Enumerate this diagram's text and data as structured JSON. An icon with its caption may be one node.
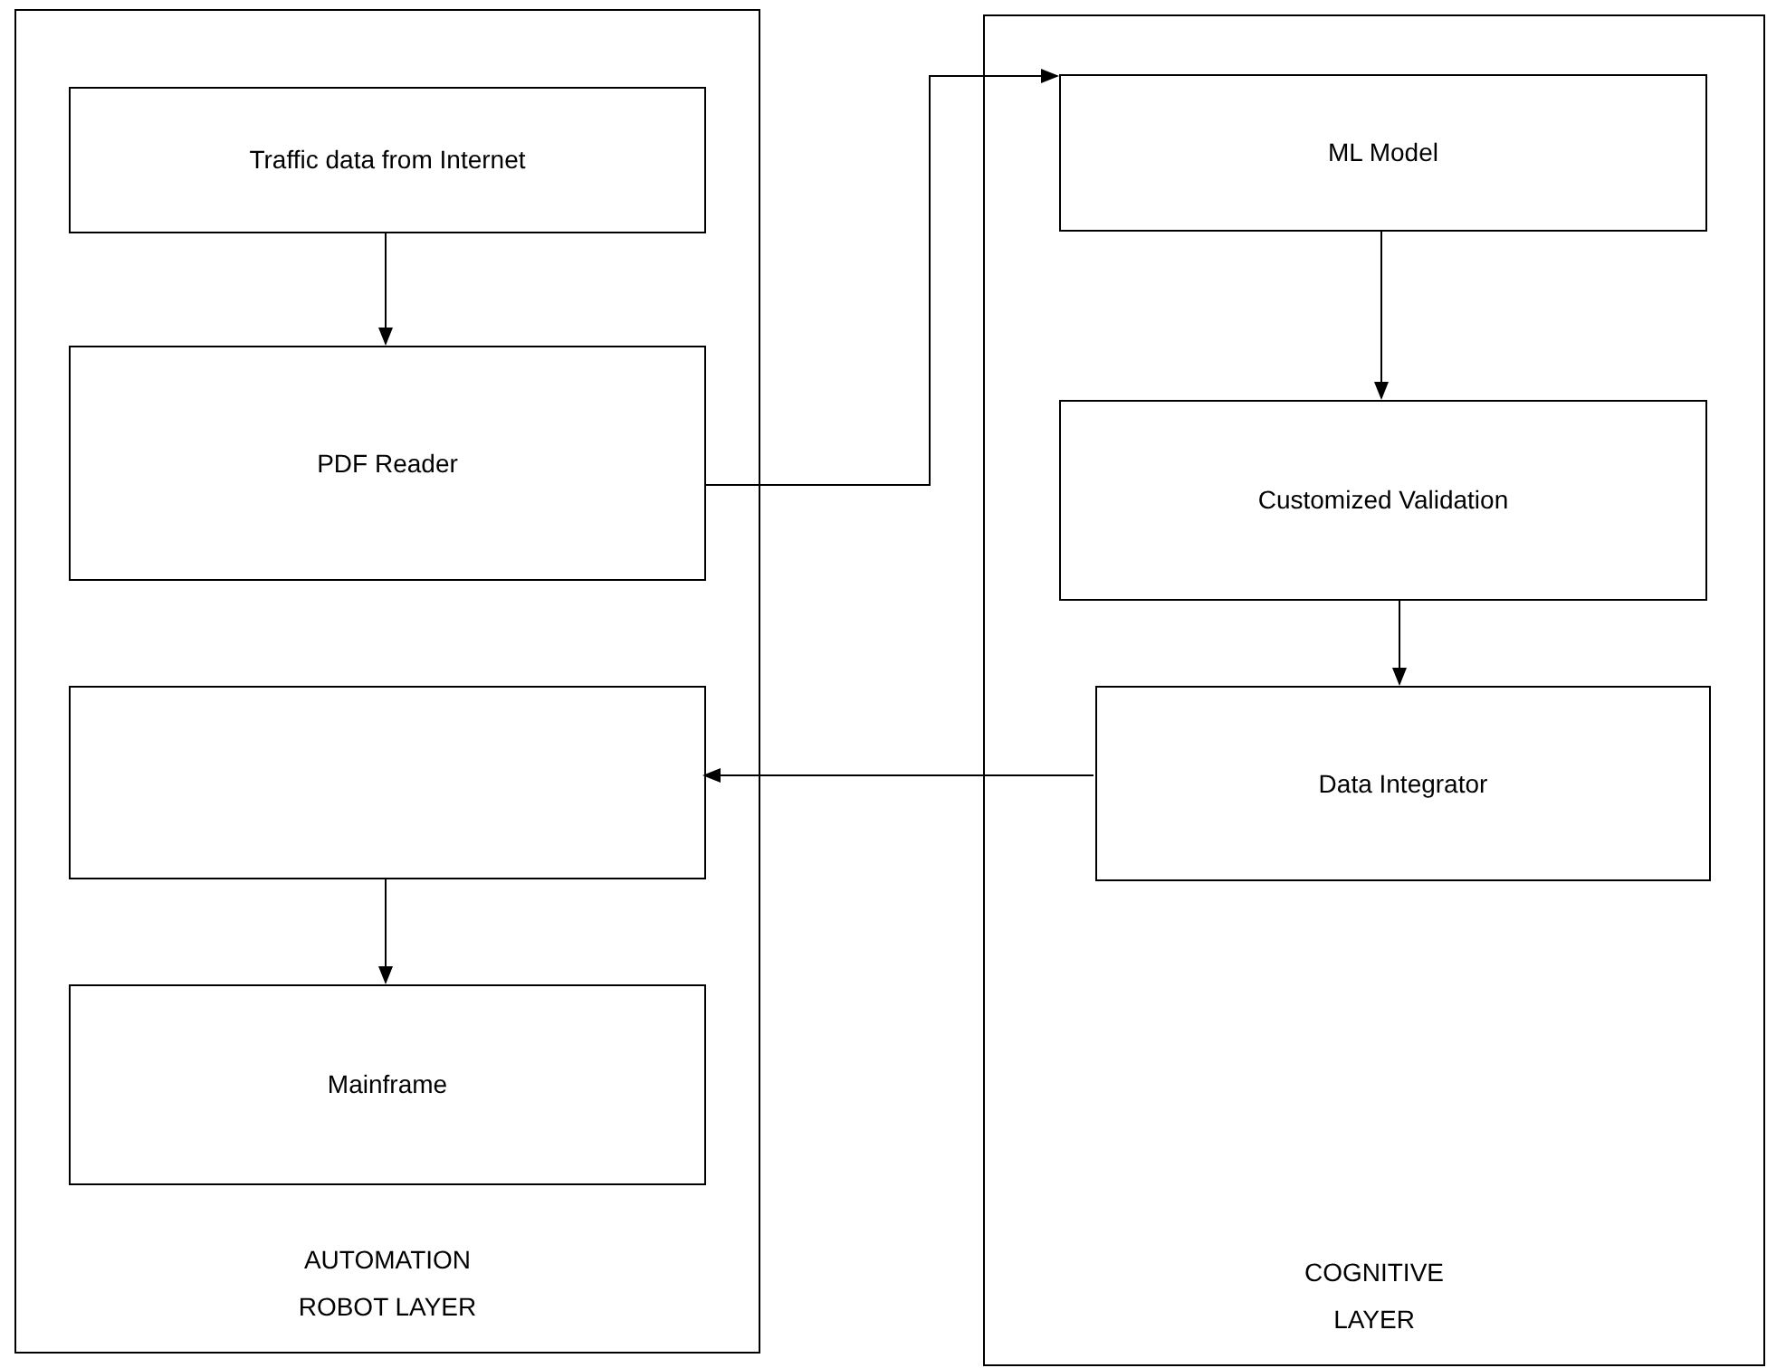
{
  "diagram": {
    "nodes": [
      {
        "text": [
          "AUTOMATION ROBOT LAYER"
        ]
      },
      {
        "text": [
          "Traffic data from Internet"
        ],
        "in": 0
      },
      {
        "text": [
          "PDF Reader"
        ],
        "in": 0
      },
      {
        "text": [],
        "shape": "box",
        "in": 0
      },
      {
        "text": [
          "Mainframe"
        ],
        "in": 0
      },
      {
        "text": [
          "COGNITIVE  LAYER"
        ]
      },
      {
        "text": [
          "ML Model"
        ],
        "in": 5
      },
      {
        "text": [
          "Customized Validation"
        ],
        "in": 5
      },
      {
        "text": [
          "Data Integrator"
        ],
        "in": 5
      }
    ],
    "edges": [
      {
        "from": 1,
        "to": 2,
        "arrow": "to"
      },
      {
        "from": 2,
        "to": 6,
        "arrow": "to"
      },
      {
        "from": 6,
        "to": 7,
        "arrow": "to"
      },
      {
        "from": 7,
        "to": 8,
        "arrow": "to"
      },
      {
        "from": 8,
        "to": 3,
        "arrow": "to"
      },
      {
        "from": 3,
        "to": 4,
        "arrow": "to"
      }
    ]
  }
}
